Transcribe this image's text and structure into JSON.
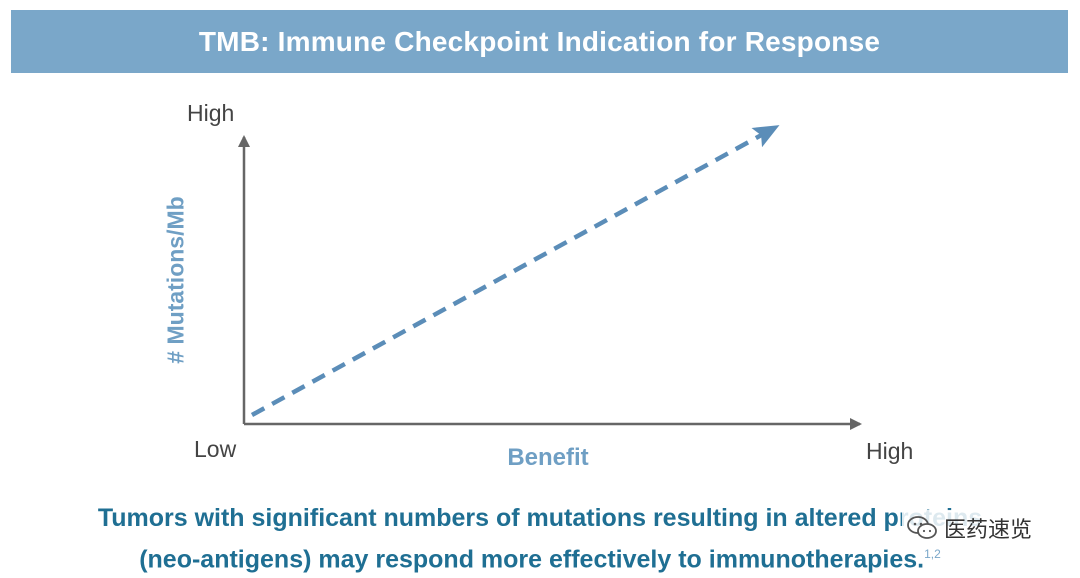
{
  "title": "TMB: Immune Checkpoint Indication for Response",
  "axes": {
    "y_label": "# Mutations/Mb",
    "x_label": "Benefit",
    "y_high": "High",
    "origin_low": "Low",
    "x_high": "High"
  },
  "caption": {
    "line1": "Tumors with significant numbers of mutations resulting in altered proteins",
    "line2": "(neo-antigens) may respond more effectively to immunotherapies.",
    "reference": "1,2"
  },
  "watermark": {
    "text": "医药速览",
    "icon": "wechat-icon"
  },
  "colors": {
    "title_bar": "#7aa7c9",
    "axis": "#666666",
    "arrow": "#5b8db8",
    "axis_label": "#6f9fc4",
    "caption": "#1f6f93"
  }
}
